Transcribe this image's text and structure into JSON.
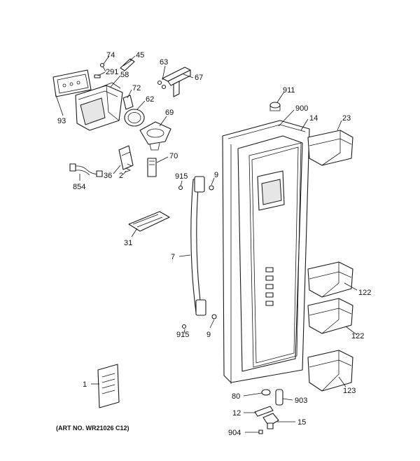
{
  "callouts": {
    "c74": "74",
    "c45": "45",
    "c291": "291",
    "c58": "58",
    "c63": "63",
    "c67": "67",
    "c72": "72",
    "c62": "62",
    "c93": "93",
    "c69": "69",
    "c911": "911",
    "c900": "900",
    "c14": "14",
    "c23": "23",
    "c70": "70",
    "c36": "36",
    "c2": "2",
    "c854": "854",
    "c915a": "915",
    "c9a": "9",
    "c31": "31",
    "c7": "7",
    "c122a": "122",
    "c122b": "122",
    "c915b": "915",
    "c9b": "9",
    "c123": "123",
    "c1": "1",
    "c80": "80",
    "c903": "903",
    "c12": "12",
    "c15": "15",
    "c904": "904"
  },
  "art_number": "(ART NO. WR21026 C12)"
}
